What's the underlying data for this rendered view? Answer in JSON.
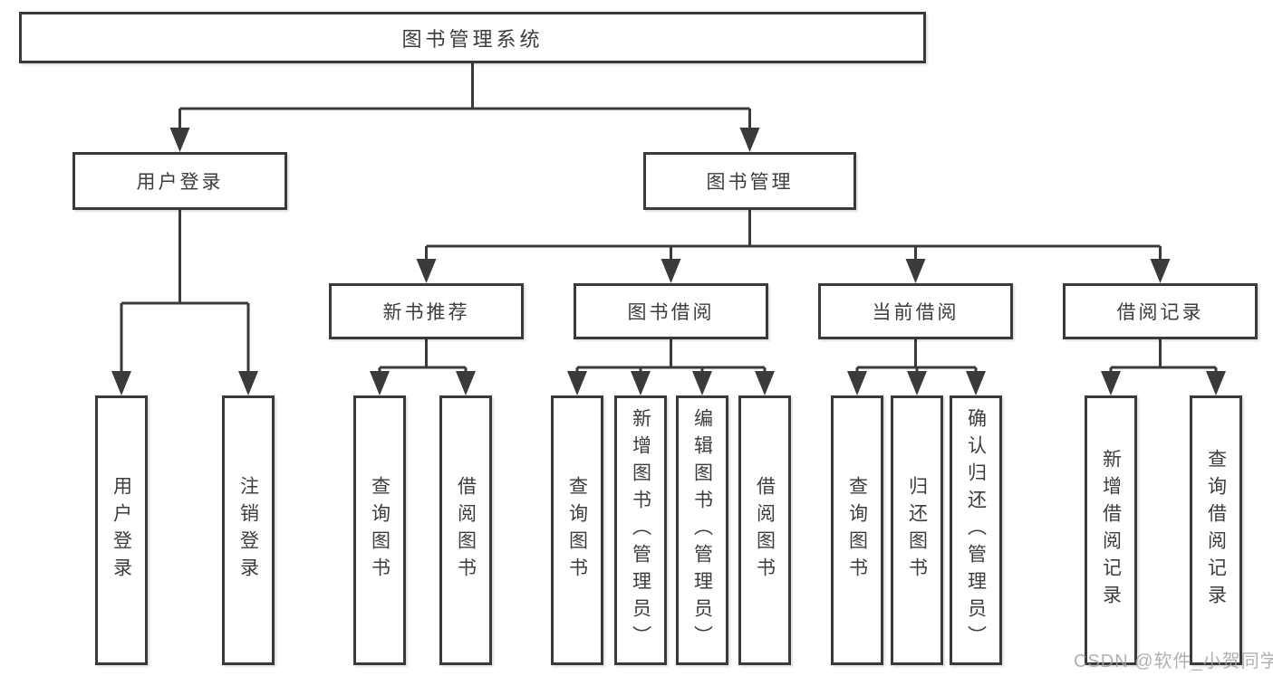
{
  "diagram": {
    "root": {
      "label": "图书管理系统"
    },
    "level2": {
      "user_login": {
        "label": "用户登录"
      },
      "book_management": {
        "label": "图书管理"
      }
    },
    "level3": {
      "new_book_recommend": {
        "label": "新书推荐"
      },
      "book_borrow": {
        "label": "图书借阅"
      },
      "current_borrow": {
        "label": "当前借阅"
      },
      "borrow_records": {
        "label": "借阅记录"
      }
    },
    "leaves": {
      "user_login": {
        "label": "用户登录"
      },
      "logout": {
        "label": "注销登录"
      },
      "recommend_query_books": {
        "label": "查询图书"
      },
      "recommend_borrow_books": {
        "label": "借阅图书"
      },
      "borrow_query_books": {
        "label": "查询图书"
      },
      "add_book_admin": {
        "label": "新增图书（管理员）"
      },
      "edit_book_admin": {
        "label": "编辑图书（管理员）"
      },
      "borrow_borrow_books": {
        "label": "借阅图书"
      },
      "current_query_books": {
        "label": "查询图书"
      },
      "return_books": {
        "label": "归还图书"
      },
      "confirm_return_admin": {
        "label": "确认归还（管理员）"
      },
      "add_borrow_record": {
        "label": "新增借阅记录"
      },
      "query_borrow_record": {
        "label": "查询借阅记录"
      }
    }
  },
  "watermark": {
    "text": "CSDN @软件_小贺同学"
  },
  "colors": {
    "line": "#3a3a3c",
    "text": "#3d3d3f",
    "watermark": "#a3a3a3",
    "background": "#ffffff"
  }
}
